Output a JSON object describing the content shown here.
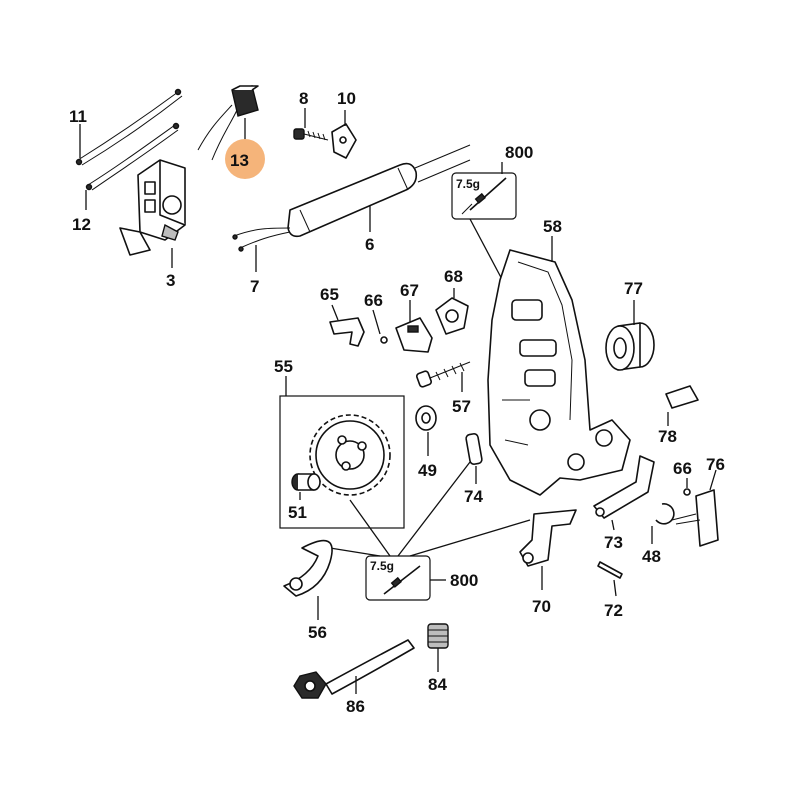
{
  "diagram": {
    "highlight_color": "#F5B47A",
    "labels": {
      "p11": "11",
      "p12": "12",
      "p3": "3",
      "p13": "13",
      "p8": "8",
      "p10": "10",
      "p6": "6",
      "p7": "7",
      "p800a": "800",
      "p58": "58",
      "p77": "77",
      "p65": "65",
      "p66a": "66",
      "p67": "67",
      "p68": "68",
      "p55": "55",
      "p57": "57",
      "p49": "49",
      "p74": "74",
      "p51": "51",
      "p78": "78",
      "p66b": "66",
      "p76": "76",
      "p73": "73",
      "p48": "48",
      "p800b": "800",
      "p70": "70",
      "p72": "72",
      "p56": "56",
      "p84": "84",
      "p86": "86"
    },
    "grease_boxes": [
      {
        "weight": "7.5g"
      },
      {
        "weight": "7.5g"
      }
    ],
    "highlighted_part": "13"
  }
}
